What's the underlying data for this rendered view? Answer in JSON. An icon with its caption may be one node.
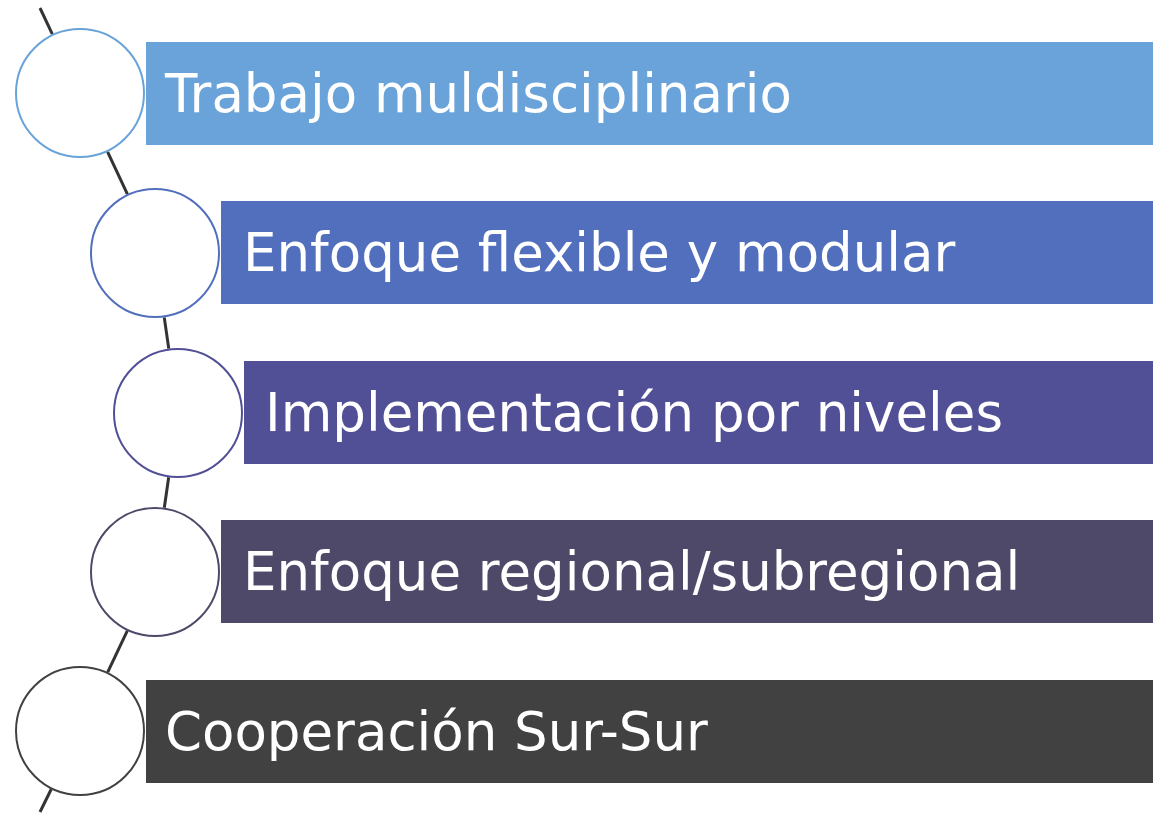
{
  "diagram": {
    "nodes": [
      {
        "text": [
          "Trabajo muldisciplinario"
        ]
      },
      {
        "text": [
          "Enfoque flexible y modular"
        ]
      },
      {
        "text": [
          "Implementación por niveles"
        ]
      },
      {
        "text": [
          "Enfoque regional/subregional"
        ]
      },
      {
        "text": [
          "Cooperación Sur-Sur"
        ]
      },
      {
        "text": [],
        "shape": "circle"
      },
      {
        "text": [],
        "shape": "circle"
      },
      {
        "text": [],
        "shape": "circle"
      },
      {
        "text": [],
        "shape": "circle"
      },
      {
        "text": [],
        "shape": "circle"
      }
    ],
    "edges": [
      {
        "from": null,
        "to": 5,
        "arrow": "none"
      },
      {
        "from": 5,
        "to": 6,
        "arrow": "none"
      },
      {
        "from": 6,
        "to": 7,
        "arrow": "none"
      },
      {
        "from": 7,
        "to": 8,
        "arrow": "none"
      },
      {
        "from": 8,
        "to": 9,
        "arrow": "none"
      },
      {
        "from": 9,
        "to": null,
        "arrow": "none"
      }
    ]
  }
}
